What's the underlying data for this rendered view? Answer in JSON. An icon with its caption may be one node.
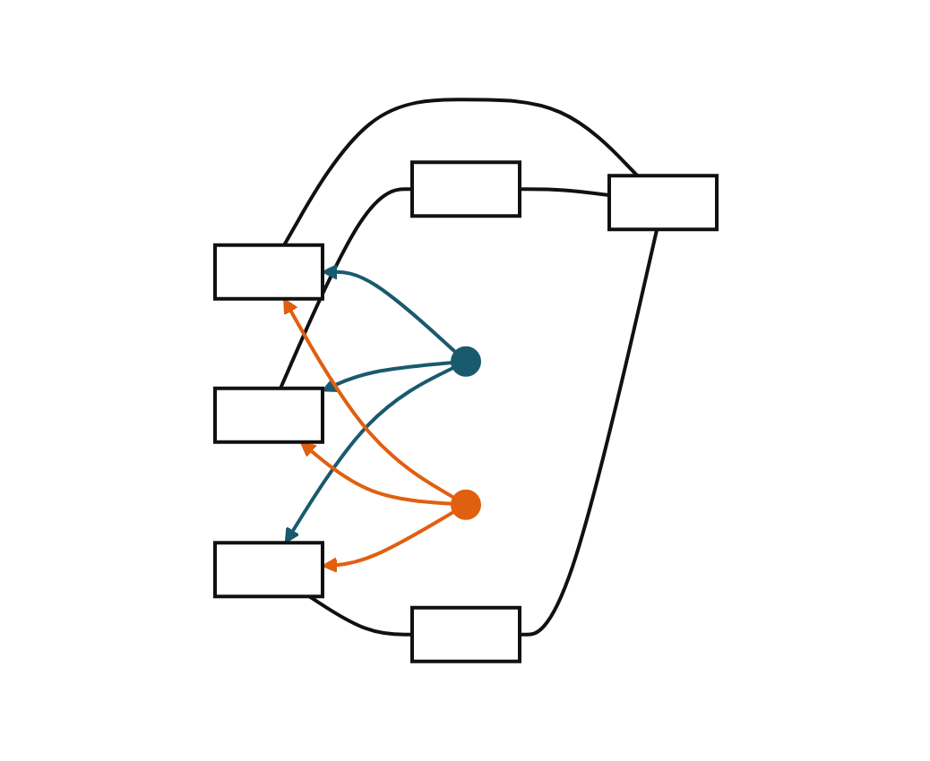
{
  "diagram": {
    "nodes": [
      {
        "text": [],
        "shape": "box"
      },
      {
        "text": [],
        "shape": "box"
      },
      {
        "text": [],
        "shape": "box"
      },
      {
        "text": [],
        "shape": "box"
      },
      {
        "text": [],
        "shape": "box"
      },
      {
        "text": [],
        "shape": "box"
      },
      {
        "text": [],
        "shape": "circle"
      },
      {
        "text": [],
        "shape": "circle"
      }
    ],
    "edges": [
      {
        "from": 0,
        "to": 1,
        "arrow": "none"
      },
      {
        "from": 0,
        "to": 2,
        "arrow": "none"
      },
      {
        "from": 2,
        "to": 3,
        "arrow": "none"
      },
      {
        "from": 0,
        "to": 4,
        "arrow": "none"
      },
      {
        "from": 4,
        "to": 5,
        "arrow": "none"
      },
      {
        "from": 6,
        "to": 1,
        "arrow": "to",
        "color": "#1a5a6e"
      },
      {
        "from": 6,
        "to": 3,
        "arrow": "to",
        "color": "#1a5a6e"
      },
      {
        "from": 6,
        "to": 5,
        "arrow": "to",
        "color": "#1a5a6e"
      },
      {
        "from": 7,
        "to": 1,
        "arrow": "to",
        "color": "#e06010"
      },
      {
        "from": 7,
        "to": 3,
        "arrow": "to",
        "color": "#e06010"
      },
      {
        "from": 7,
        "to": 5,
        "arrow": "to",
        "color": "#e06010"
      }
    ]
  }
}
